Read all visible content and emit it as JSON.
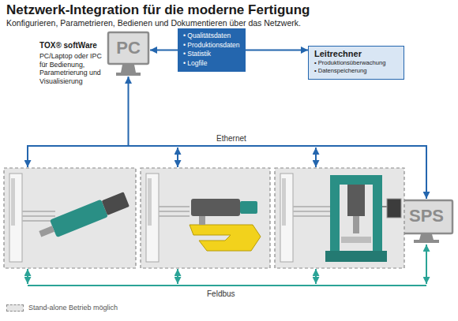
{
  "diagram": {
    "title": "Netzwerk-Integration für die moderne Fertigung",
    "nodes": [
      {
        "text": [
          "PC",
          "TOX® softWare",
          "PC/Laptop oder IPC für Bedienung, Parametrierung und Visualisierung"
        ]
      },
      {
        "text": [
          "• Qualitätsdaten",
          "• Produktionsdaten",
          "• Statistik",
          "• Logfile"
        ]
      },
      {
        "text": [
          "Leitrechner",
          "• Produktionsüberwachung",
          "• Datenspeicherung"
        ]
      },
      {
        "text": [
          "SPS"
        ]
      }
    ],
    "edges": [
      {
        "from": 1,
        "to": 0,
        "arrow": "to"
      },
      {
        "from": 1,
        "to": 2,
        "arrow": "to"
      },
      {
        "from": 0,
        "to": 3,
        "arrow": "both",
        "label": "Ethernet"
      }
    ],
    "labels": [
      "Konfigurieren, Parametrieren, Bedienen und Dokumentieren über das Netzwerk.",
      "Feldbus"
    ],
    "legend": [
      {
        "text": "Stand-alone Betrieb möglich"
      }
    ]
  }
}
